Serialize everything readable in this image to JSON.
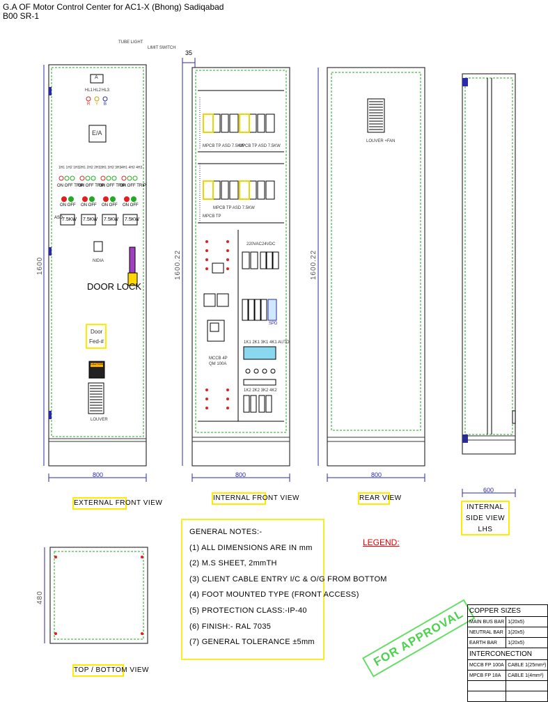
{
  "title": {
    "line1": "G.A OF Motor Control Center for AC1-X (Bhong) Sadiqabad",
    "line2": "B00 SR-1"
  },
  "views": {
    "external_front": "EXTERNAL FRONT VIEW",
    "internal_front": "INTERNAL FRONT VIEW",
    "rear": "REAR VIEW",
    "internal_side_1": "INTERNAL SIDE VIEW",
    "internal_side_2": "LHS",
    "top_bottom": "TOP / BOTTOM VIEW"
  },
  "dims": {
    "width_800_a": "800",
    "width_800_b": "800",
    "width_800_c": "800",
    "depth_600": "600",
    "height_ext": "1600",
    "height_int": "1600.22",
    "height_rear": "1600.22",
    "offset_35": "35",
    "top_depth": "480"
  },
  "front": {
    "tube_light": "TUBE LIGHT",
    "limit_switch": "LIMIT SWITCH",
    "ammeter": "A",
    "lamps": [
      "HL1",
      "HL2",
      "HL3"
    ],
    "lamp_colors": [
      "R",
      "Y",
      "B"
    ],
    "ea": "E/A",
    "motor_headers": [
      "1H1 1H2 1H3",
      "2H1 2H2 2H3",
      "3H1 3H2 3H3",
      "4H1 4H2 4H3"
    ],
    "status_row": "ON OFF TRIP",
    "buttons_row": "ON  OFF",
    "kw_label": "7.5KW",
    "asd": "ASD",
    "meter": "NIDIA",
    "door_lock": "DOOR LOCK",
    "door_sign_1": "Door",
    "door_sign_2": "Fed-#",
    "caution": "CAUTION",
    "louver": "LOUVER"
  },
  "internal": {
    "mpcb_asd": "MPCB TP  ASD 7.5KW",
    "mpcb_tp": "MPCB TP",
    "v220": "220VAC",
    "v24": "24VDC",
    "mccb": "MCCB 4P",
    "qm": "QM 100A",
    "spd": "SPD",
    "mcb_row": "1K1  2K1  3K1  4K1  AUTO",
    "bottom_row": "1K2  2K2  3K2  4K2"
  },
  "rear": {
    "louver_fan": "LOUVER +FAN"
  },
  "notes": {
    "title": "GENERAL NOTES:-",
    "items": [
      "(1) ALL DIMENSIONS ARE IN mm",
      "(2) M.S SHEET, 2mmTH",
      "(3) CLIENT CABLE ENTRY I/C & O/G FROM BOTTOM",
      "(4) FOOT MOUNTED TYPE (FRONT ACCESS)",
      "(5) PROTECTION CLASS:-IP-40",
      "(6) FINISH:- RAL 7035",
      "(7) GENERAL TOLERANCE ±5mm"
    ]
  },
  "legend": "LEGEND:",
  "stamp": "FOR APPROVAL",
  "copper": {
    "title": "COPPER SIZES",
    "rows": [
      [
        "MAIN BUS BAR",
        "1(20x5)"
      ],
      [
        "NEUTRAL BAR",
        "1(20x5)"
      ],
      [
        "EARTH BAR",
        "1(20x5)"
      ]
    ],
    "inter_title": "INTERCONECTION",
    "inter_rows": [
      [
        "MCCB FP 100A",
        "CABLE 1(25mm²)"
      ],
      [
        "MPCB FP 18A",
        "CABLE 1(4mm²)"
      ]
    ]
  },
  "colors": {
    "frame": "#2a2aa8",
    "inner_dash": "#22aa22",
    "caption_border": "#ffeb00",
    "legend": "#e00000",
    "stamp": "#4cd24c",
    "lamp_red": "#e02020",
    "lamp_green": "#22aa22"
  }
}
